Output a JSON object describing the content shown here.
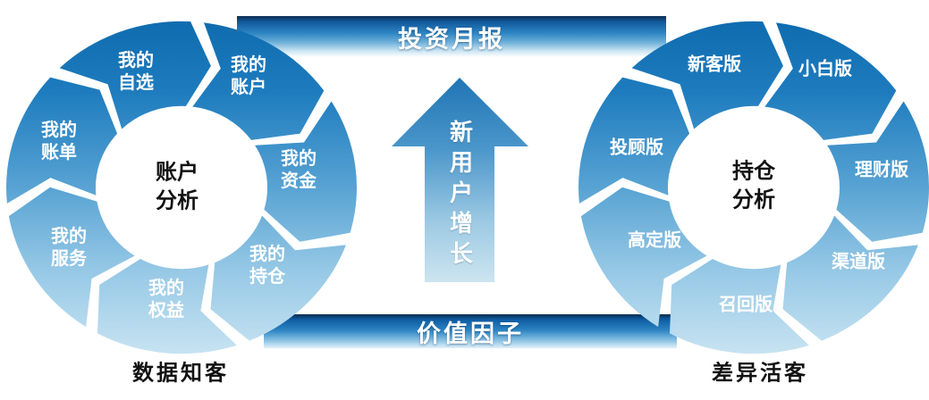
{
  "top_banner": {
    "label": "投资月报"
  },
  "bottom_banner": {
    "label": "价值因子"
  },
  "center_arrow": {
    "label": "新用户增长"
  },
  "left_wheel": {
    "center_line1": "账户",
    "center_line2": "分析",
    "caption": "数据知客",
    "segments": [
      {
        "line1": "我的",
        "line2": "账户"
      },
      {
        "line1": "我的",
        "line2": "资金"
      },
      {
        "line1": "我的",
        "line2": "持仓"
      },
      {
        "line1": "我的",
        "line2": "权益"
      },
      {
        "line1": "我的",
        "line2": "服务"
      },
      {
        "line1": "我的",
        "line2": "账单"
      },
      {
        "line1": "我的",
        "line2": "自选"
      }
    ]
  },
  "right_wheel": {
    "center_line1": "持仓",
    "center_line2": "分析",
    "caption": "差异活客",
    "segments": [
      {
        "label": "小白版"
      },
      {
        "label": "理财版"
      },
      {
        "label": "渠道版"
      },
      {
        "label": "召回版"
      },
      {
        "label": "高定版"
      },
      {
        "label": "投顾版"
      },
      {
        "label": "新客版"
      }
    ]
  },
  "colors": {
    "ring_gradient_top": "#0e6bae",
    "ring_gradient_mid": "#58a3d3",
    "ring_gradient_bottom": "#c9e4f2",
    "banner_dark": "#0a2d50",
    "banner_mid": "#2e86c4",
    "banner_light": "#e2f1f9",
    "arrow_top": "#1f74b4",
    "arrow_bottom": "#cde5f0",
    "text_dark": "#121212",
    "text_light": "#ffffff"
  }
}
